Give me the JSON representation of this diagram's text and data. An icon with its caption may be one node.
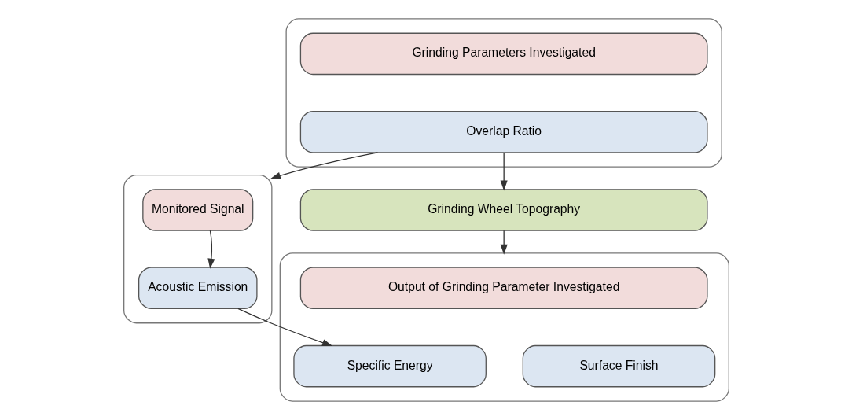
{
  "diagram": {
    "nodes": [
      {
        "text": [],
        "shape": "box"
      },
      {
        "text": [
          "Monitored Signal"
        ],
        "in": 0
      },
      {
        "text": [
          "Acoustic Emission"
        ],
        "in": 0
      },
      {
        "text": [],
        "shape": "box"
      },
      {
        "text": [
          "Grinding Parameters Investigated"
        ],
        "in": 3
      },
      {
        "text": [
          "Overlap Ratio"
        ],
        "in": 3
      },
      {
        "text": [
          "Grinding Wheel Topography"
        ]
      },
      {
        "text": [],
        "shape": "box"
      },
      {
        "text": [
          "Output of Grinding Parameter Investigated"
        ],
        "in": 7
      },
      {
        "text": [
          "Specific Energy"
        ],
        "in": 7
      },
      {
        "text": [
          "Surface Finish"
        ],
        "in": 7
      }
    ],
    "edges": [
      {
        "from": 1,
        "to": 2,
        "arrow": "to"
      },
      {
        "from": 5,
        "to": 0,
        "arrow": "to"
      },
      {
        "from": 5,
        "to": 6,
        "arrow": "to"
      },
      {
        "from": 6,
        "to": 7,
        "arrow": "to"
      },
      {
        "from": 2,
        "to": 9,
        "arrow": "to"
      }
    ]
  }
}
